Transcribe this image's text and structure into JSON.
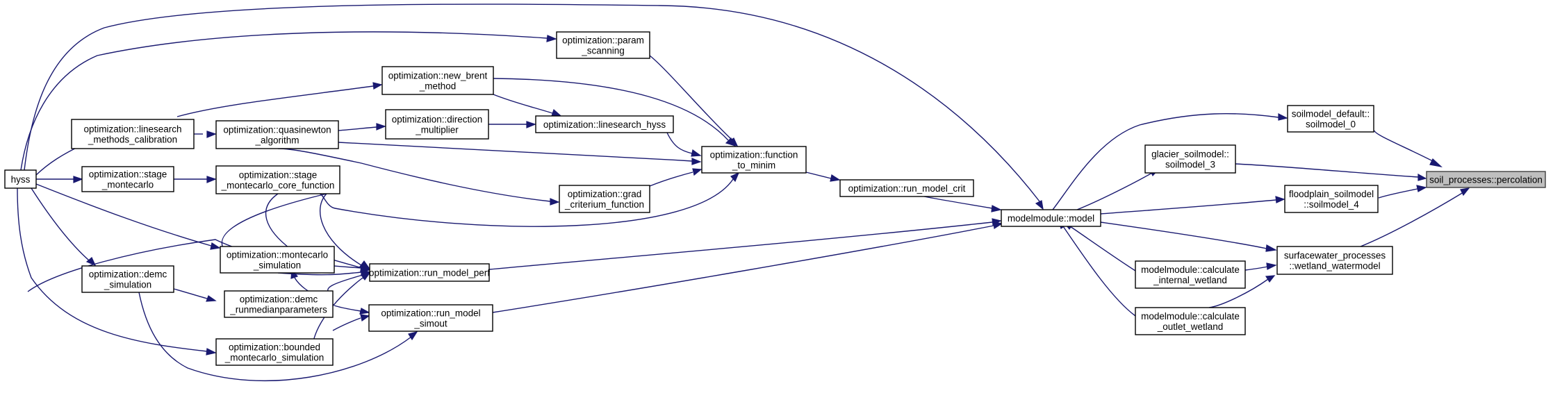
{
  "nodes": [
    {
      "id": "hyss",
      "lines": [
        "hyss"
      ]
    },
    {
      "id": "linesearch_cal",
      "lines": [
        "optimization::linesearch",
        "_methods_calibration"
      ]
    },
    {
      "id": "stage_mc",
      "lines": [
        "optimization::stage",
        "_montecarlo"
      ]
    },
    {
      "id": "demc_sim",
      "lines": [
        "optimization::demc",
        "_simulation"
      ]
    },
    {
      "id": "quasinewton",
      "lines": [
        "optimization::quasinewton",
        "_algorithm"
      ]
    },
    {
      "id": "stage_mc_core",
      "lines": [
        "optimization::stage",
        "_montecarlo_core_function"
      ]
    },
    {
      "id": "mc_sim",
      "lines": [
        "optimization::montecarlo",
        "_simulation"
      ]
    },
    {
      "id": "demc_runmedian",
      "lines": [
        "optimization::demc",
        "_runmedianparameters"
      ]
    },
    {
      "id": "bounded_mc",
      "lines": [
        "optimization::bounded",
        "_montecarlo_simulation"
      ]
    },
    {
      "id": "param_scanning",
      "lines": [
        "optimization::param",
        "_scanning"
      ]
    },
    {
      "id": "new_brent",
      "lines": [
        "optimization::new_brent",
        "_method"
      ]
    },
    {
      "id": "direction_mult",
      "lines": [
        "optimization::direction",
        "_multiplier"
      ]
    },
    {
      "id": "linesearch_hyss",
      "lines": [
        "optimization::linesearch_hyss"
      ]
    },
    {
      "id": "grad_crit",
      "lines": [
        "optimization::grad",
        "_criterium_function"
      ]
    },
    {
      "id": "function_to_minim",
      "lines": [
        "optimization::function",
        "_to_minim"
      ]
    },
    {
      "id": "run_model_perf",
      "lines": [
        "optimization::run_model_perf"
      ]
    },
    {
      "id": "run_model_simout",
      "lines": [
        "optimization::run_model",
        "_simout"
      ]
    },
    {
      "id": "run_model_crit",
      "lines": [
        "optimization::run_model_crit"
      ]
    },
    {
      "id": "model",
      "lines": [
        "modelmodule::model"
      ]
    },
    {
      "id": "soilmodel_0",
      "lines": [
        "soilmodel_default::",
        "soilmodel_0"
      ]
    },
    {
      "id": "soilmodel_3",
      "lines": [
        "glacier_soilmodel::",
        "soilmodel_3"
      ]
    },
    {
      "id": "soilmodel_4",
      "lines": [
        "floodplain_soilmodel",
        "::soilmodel_4"
      ]
    },
    {
      "id": "calc_internal",
      "lines": [
        "modelmodule::calculate",
        "_internal_wetland"
      ]
    },
    {
      "id": "calc_outlet",
      "lines": [
        "modelmodule::calculate",
        "_outlet_wetland"
      ]
    },
    {
      "id": "wetland_watermodel",
      "lines": [
        "surfacewater_processes",
        "::wetland_watermodel"
      ]
    },
    {
      "id": "percolation",
      "lines": [
        "soil_processes::percolation"
      ]
    }
  ]
}
